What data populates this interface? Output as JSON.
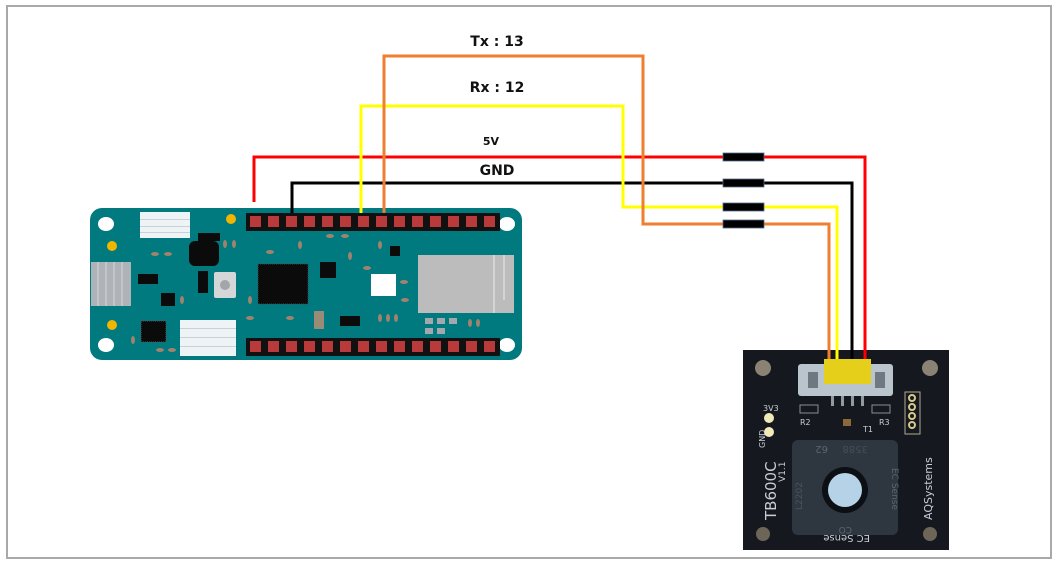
{
  "diagram": {
    "title": "Arduino MKR to TB600C EC Sense gas sensor wiring",
    "wires": [
      {
        "id": "tx",
        "label": "Tx : 13",
        "color": "#ef7f2f",
        "from_pin": 13,
        "signal": "Tx"
      },
      {
        "id": "rx",
        "label": "Rx : 12",
        "color": "#ffff00",
        "from_pin": 12,
        "signal": "Rx"
      },
      {
        "id": "vcc",
        "label": "5V",
        "color": "#ff0000",
        "signal": "5V"
      },
      {
        "id": "gnd",
        "label": "GND",
        "color": "#000000",
        "signal": "GND"
      }
    ],
    "microcontroller": {
      "name": "Arduino MKR board",
      "board_color": "#00797f",
      "pin_color": "#b83a3a",
      "header_color": "#111111",
      "pins_per_header": 14
    },
    "sensor": {
      "name": "TB600C",
      "version": "V1.1",
      "brand": "AQSystems",
      "module": "EC Sense",
      "silkscreen": {
        "pin1": "3V3",
        "pin2": "GND",
        "r2": "R2",
        "r3": "R3",
        "t1": "T1",
        "cell_code_1": "3588",
        "cell_code_2": "62",
        "cell_gas": "CO",
        "cell_brand": "EC Sense",
        "cell_serial": "L2202"
      },
      "board_color": "#15191f",
      "connector_color": "#e5cf1a"
    },
    "inline_connector_color": "#000000"
  }
}
